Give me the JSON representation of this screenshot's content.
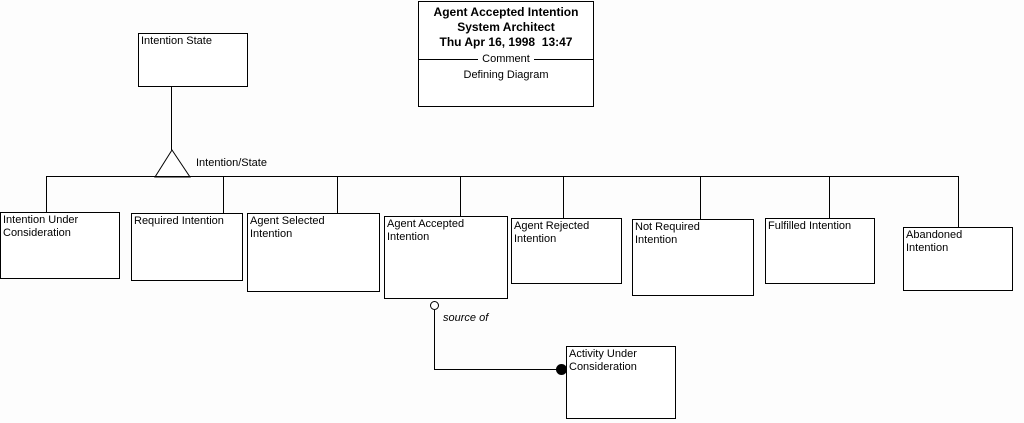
{
  "title_block": {
    "title": "Agent Accepted Intention",
    "subtitle": "System Architect",
    "timestamp": "Thu Apr 16, 1998  13:47",
    "divider_label": "Comment",
    "comment": "Defining Diagram"
  },
  "root_entity": {
    "label": "Intention State"
  },
  "relation": {
    "label": "Intention/State"
  },
  "subtypes": [
    {
      "label": "Intention Under\nConsideration"
    },
    {
      "label": "Required Intention"
    },
    {
      "label": "Agent Selected\nIntention"
    },
    {
      "label": "Agent Accepted\nIntention"
    },
    {
      "label": "Agent Rejected\nIntention"
    },
    {
      "label": "Not Required\nIntention"
    },
    {
      "label": "Fulfilled Intention"
    },
    {
      "label": "Abandoned\nIntention"
    }
  ],
  "association": {
    "label": "source of",
    "target": {
      "label": "Activity Under\nConsideration"
    }
  },
  "colors": {
    "line": "#000000",
    "background": "#fdfdfd",
    "box_fill": "#ffffff"
  }
}
